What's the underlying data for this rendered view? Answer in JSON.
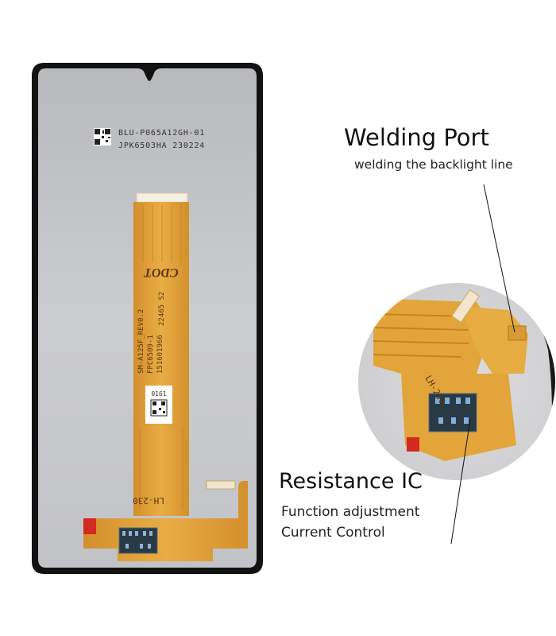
{
  "screen_labels": {
    "model_code": "BLU-P065A12GH-01",
    "batch_code": "JPK6503HA 230224"
  },
  "flex_cable_labels": {
    "brand": "CDOT",
    "part_number": "SM-A125F_REV0.2",
    "fpc_code": "FPC6509-1",
    "serial_1": "22465 S2",
    "serial_2": "151601966",
    "sticker_code": "0161",
    "edge_code": "LH-230"
  },
  "callouts": {
    "welding_port": {
      "title": "Welding Port",
      "subtitle": "welding the backlight line"
    },
    "resistance_ic": {
      "title": "Resistance IC",
      "line_1": "Function adjustment",
      "line_2": "Current Control"
    }
  },
  "colors": {
    "bezel": "#121212",
    "panel": "#c7c8ca",
    "flex": "#e3a53a",
    "flex_dark": "#c7842a",
    "ic_red": "#d22a1e",
    "connector": "#2a3a44",
    "text": "#111111"
  }
}
